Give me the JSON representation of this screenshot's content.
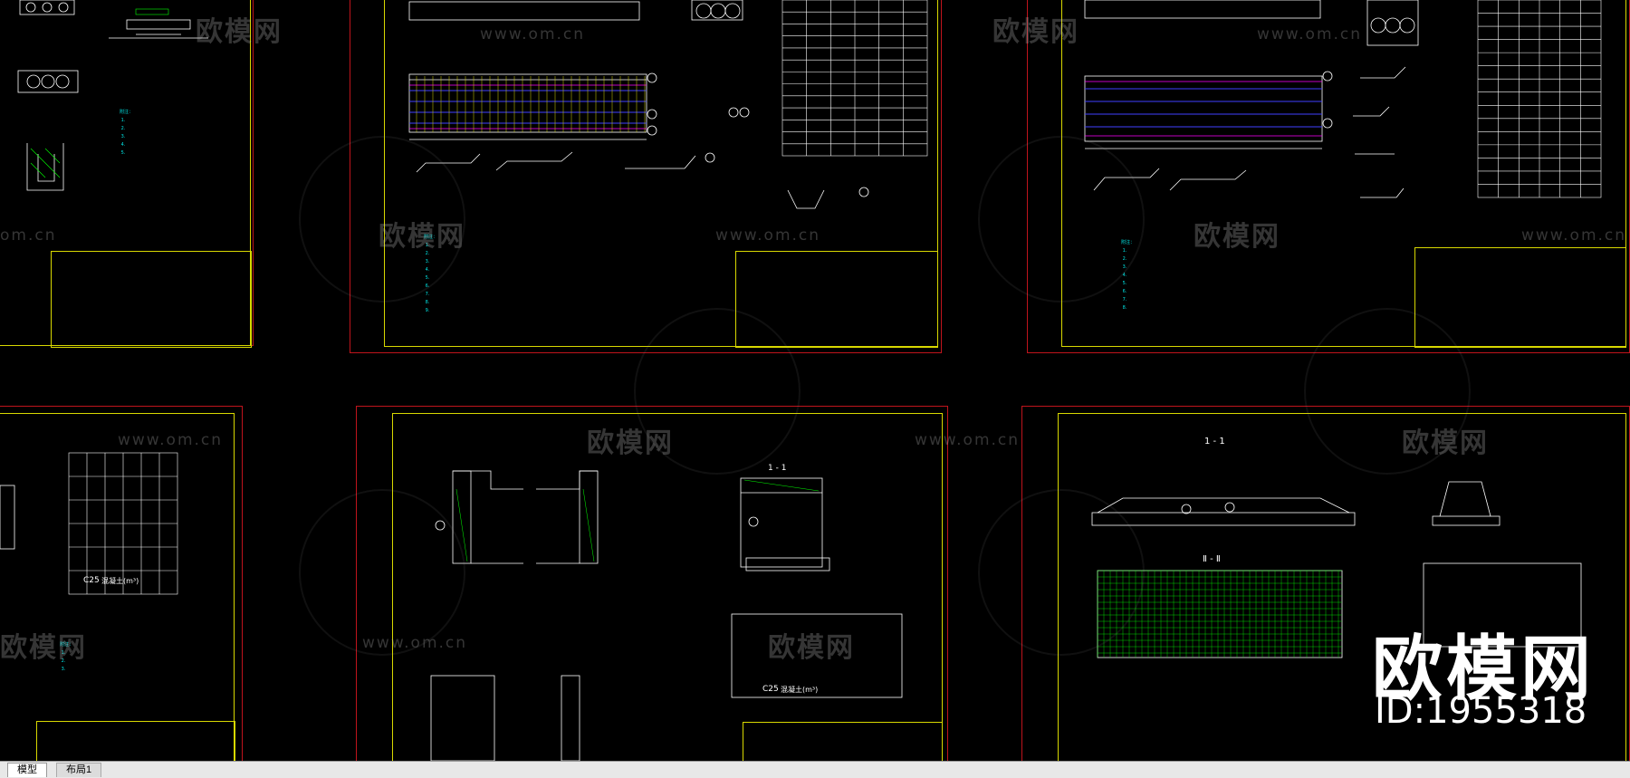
{
  "watermark": {
    "brand_text": "欧模网",
    "url_text": "www.om.cn",
    "url_partial": "om.cn",
    "brand_id": "ID:1955318"
  },
  "tabs": [
    {
      "label": "模型",
      "active": true
    },
    {
      "label": "布局1",
      "active": false
    }
  ],
  "colors": {
    "sheet_border": "#c0141c",
    "frame_border": "#d8d800",
    "annotation": "#00e5e5",
    "hatch": "#00ff00",
    "rebar_blue": "#4040ff",
    "rebar_magenta": "#ff00ff"
  },
  "drawing": {
    "section_label_1": "1 - 1",
    "section_label_2": "Ⅱ - Ⅱ",
    "table_concrete_label": "C25",
    "table_concrete_value": "混凝土(m³)"
  }
}
